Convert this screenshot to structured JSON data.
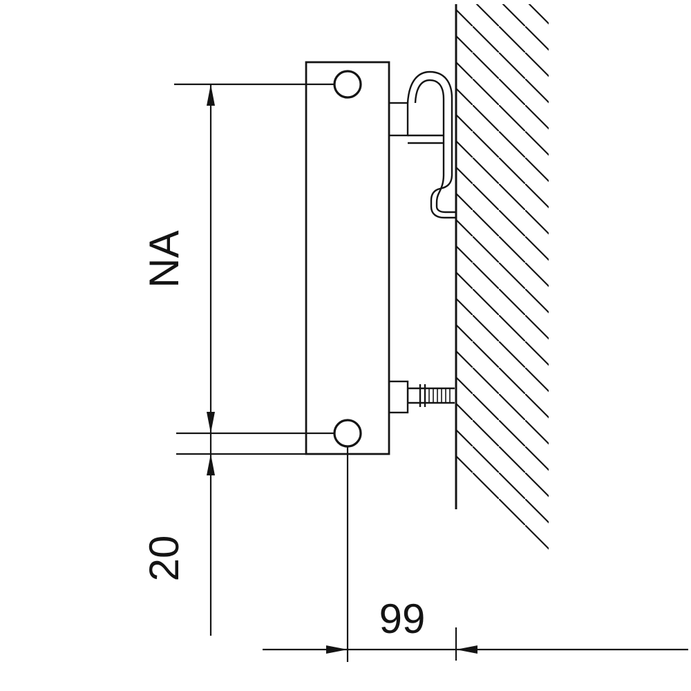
{
  "drawing": {
    "background": "#ffffff",
    "line_color": "#141414",
    "dimensions": {
      "hub_distance_label": "NA",
      "lower_offset_label": "20",
      "wall_distance_label": "99"
    }
  }
}
